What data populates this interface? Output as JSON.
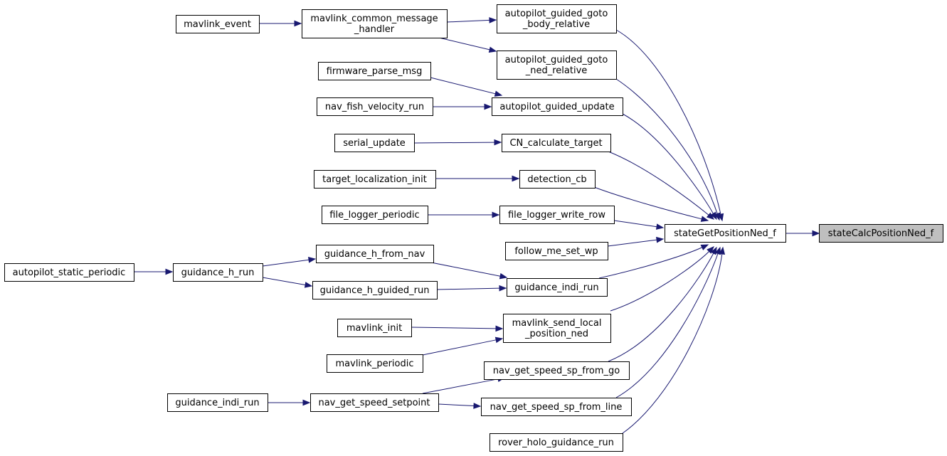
{
  "graph": {
    "nodes": [
      {
        "id": "n0",
        "lines": [
          "stateCalcPositionNed_f"
        ],
        "selected": true
      },
      {
        "id": "n1",
        "lines": [
          "stateGetPositionNed_f"
        ]
      },
      {
        "id": "n2",
        "lines": [
          "autopilot_guided_goto",
          "_body_relative"
        ]
      },
      {
        "id": "n3",
        "lines": [
          "autopilot_guided_goto",
          "_ned_relative"
        ]
      },
      {
        "id": "n4",
        "lines": [
          "autopilot_guided_update"
        ]
      },
      {
        "id": "n5",
        "lines": [
          "CN_calculate_target"
        ]
      },
      {
        "id": "n6",
        "lines": [
          "detection_cb"
        ]
      },
      {
        "id": "n7",
        "lines": [
          "file_logger_write_row"
        ]
      },
      {
        "id": "n8",
        "lines": [
          "follow_me_set_wp"
        ]
      },
      {
        "id": "n9",
        "lines": [
          "guidance_indi_run"
        ]
      },
      {
        "id": "n10",
        "lines": [
          "mavlink_send_local",
          "_position_ned"
        ]
      },
      {
        "id": "n11",
        "lines": [
          "nav_get_speed_sp_from_go"
        ]
      },
      {
        "id": "n12",
        "lines": [
          "nav_get_speed_sp_from_line"
        ]
      },
      {
        "id": "n13",
        "lines": [
          "rover_holo_guidance_run"
        ]
      },
      {
        "id": "n14",
        "lines": [
          "mavlink_common_message",
          "_handler"
        ]
      },
      {
        "id": "n15",
        "lines": [
          "mavlink_event"
        ]
      },
      {
        "id": "n16",
        "lines": [
          "firmware_parse_msg"
        ]
      },
      {
        "id": "n17",
        "lines": [
          "nav_fish_velocity_run"
        ]
      },
      {
        "id": "n18",
        "lines": [
          "serial_update"
        ]
      },
      {
        "id": "n19",
        "lines": [
          "target_localization_init"
        ]
      },
      {
        "id": "n20",
        "lines": [
          "file_logger_periodic"
        ]
      },
      {
        "id": "n21",
        "lines": [
          "guidance_h_from_nav"
        ]
      },
      {
        "id": "n22",
        "lines": [
          "guidance_h_guided_run"
        ]
      },
      {
        "id": "n23",
        "lines": [
          "guidance_h_run"
        ]
      },
      {
        "id": "n24",
        "lines": [
          "autopilot_static_periodic"
        ]
      },
      {
        "id": "n25",
        "lines": [
          "mavlink_init"
        ]
      },
      {
        "id": "n26",
        "lines": [
          "mavlink_periodic"
        ]
      },
      {
        "id": "n27",
        "lines": [
          "nav_get_speed_setpoint"
        ]
      },
      {
        "id": "n28",
        "lines": [
          "guidance_indi_run"
        ]
      }
    ],
    "edges": [
      {
        "from": "n1",
        "to": "n0"
      },
      {
        "from": "n2",
        "to": "n1"
      },
      {
        "from": "n3",
        "to": "n1"
      },
      {
        "from": "n4",
        "to": "n1"
      },
      {
        "from": "n5",
        "to": "n1"
      },
      {
        "from": "n6",
        "to": "n1"
      },
      {
        "from": "n7",
        "to": "n1"
      },
      {
        "from": "n8",
        "to": "n1"
      },
      {
        "from": "n9",
        "to": "n1"
      },
      {
        "from": "n10",
        "to": "n1"
      },
      {
        "from": "n11",
        "to": "n1"
      },
      {
        "from": "n12",
        "to": "n1"
      },
      {
        "from": "n13",
        "to": "n1"
      },
      {
        "from": "n14",
        "to": "n2"
      },
      {
        "from": "n14",
        "to": "n3"
      },
      {
        "from": "n15",
        "to": "n14"
      },
      {
        "from": "n16",
        "to": "n4"
      },
      {
        "from": "n17",
        "to": "n4"
      },
      {
        "from": "n18",
        "to": "n5"
      },
      {
        "from": "n19",
        "to": "n6"
      },
      {
        "from": "n20",
        "to": "n7"
      },
      {
        "from": "n21",
        "to": "n9"
      },
      {
        "from": "n22",
        "to": "n9"
      },
      {
        "from": "n23",
        "to": "n21"
      },
      {
        "from": "n23",
        "to": "n22"
      },
      {
        "from": "n24",
        "to": "n23"
      },
      {
        "from": "n25",
        "to": "n10"
      },
      {
        "from": "n26",
        "to": "n10"
      },
      {
        "from": "n27",
        "to": "n11"
      },
      {
        "from": "n27",
        "to": "n12"
      },
      {
        "from": "n28",
        "to": "n27"
      }
    ]
  }
}
